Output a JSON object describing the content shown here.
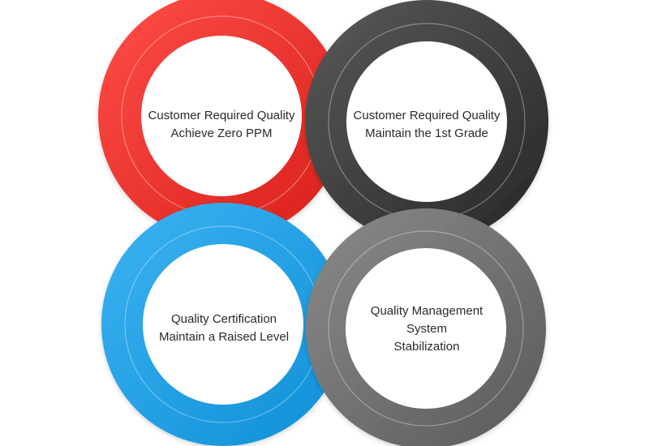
{
  "colors": {
    "red": "#e0302c",
    "dark": "#3a3a3a",
    "blue": "#1aa0e6",
    "gray": "#6a6a6a"
  },
  "rings": [
    {
      "id": "red",
      "lines": [
        "Customer Required Quality",
        "Achieve Zero PPM"
      ]
    },
    {
      "id": "dark",
      "lines": [
        "Customer Required Quality",
        "Maintain the 1st Grade"
      ]
    },
    {
      "id": "blue",
      "lines": [
        "Quality Certification",
        "Maintain a Raised Level"
      ]
    },
    {
      "id": "gray",
      "lines": [
        "Quality Management",
        "System",
        "Stabilization"
      ]
    }
  ]
}
